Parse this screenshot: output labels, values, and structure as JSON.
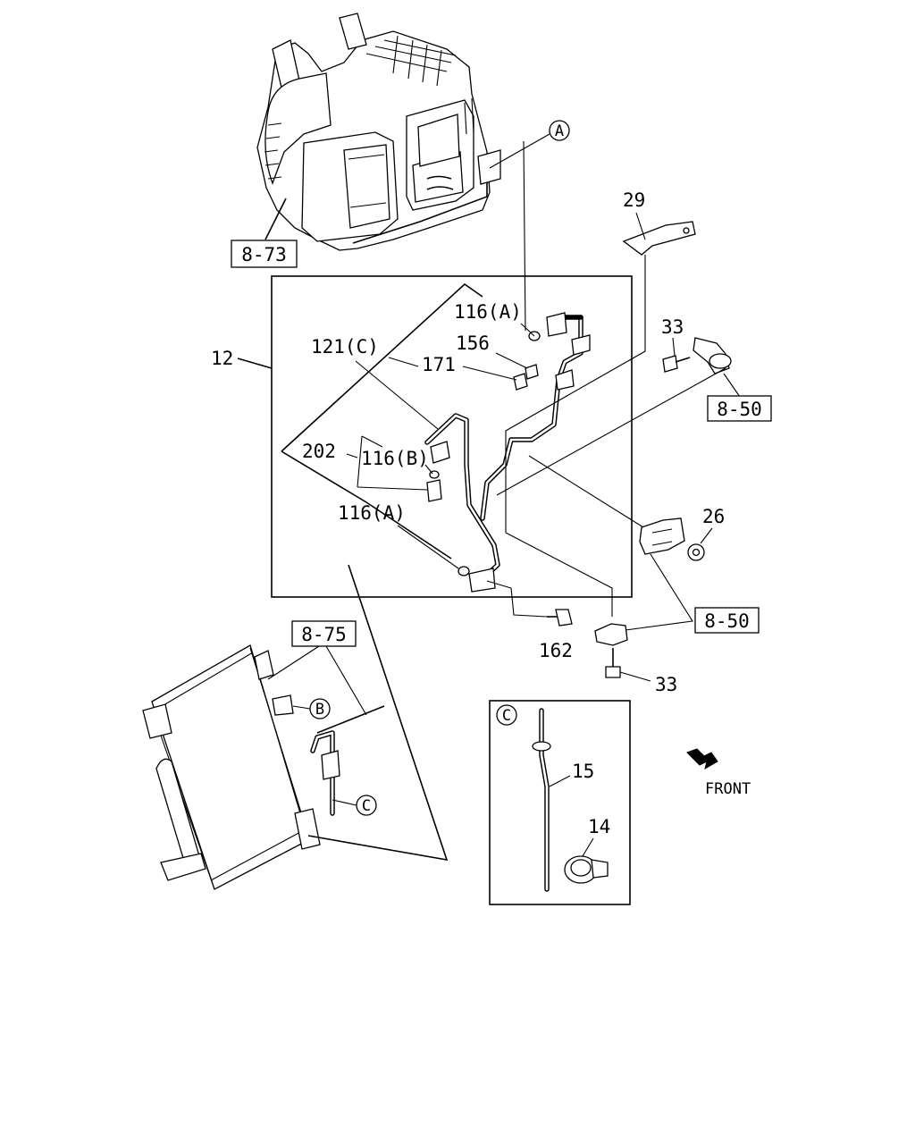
{
  "callouts": {
    "p29": "29",
    "p116a_top": "116(A)",
    "p156": "156",
    "p121c": "121(C)",
    "p171": "171",
    "p12": "12",
    "p33_top": "33",
    "p202": "202",
    "p116b": "116(B)",
    "p116a_bot": "116(A)",
    "p26": "26",
    "p162": "162",
    "p33_bot": "33",
    "p15": "15",
    "p14": "14"
  },
  "refs": {
    "r873": "8-73",
    "r850_top": "8-50",
    "r850_bot": "8-50",
    "r875": "8-75"
  },
  "markers": {
    "a": "A",
    "b": "B",
    "c_detail": "C",
    "c_cond": "C"
  },
  "direction": {
    "label": "FRONT",
    "icon": "arrow-icon"
  }
}
